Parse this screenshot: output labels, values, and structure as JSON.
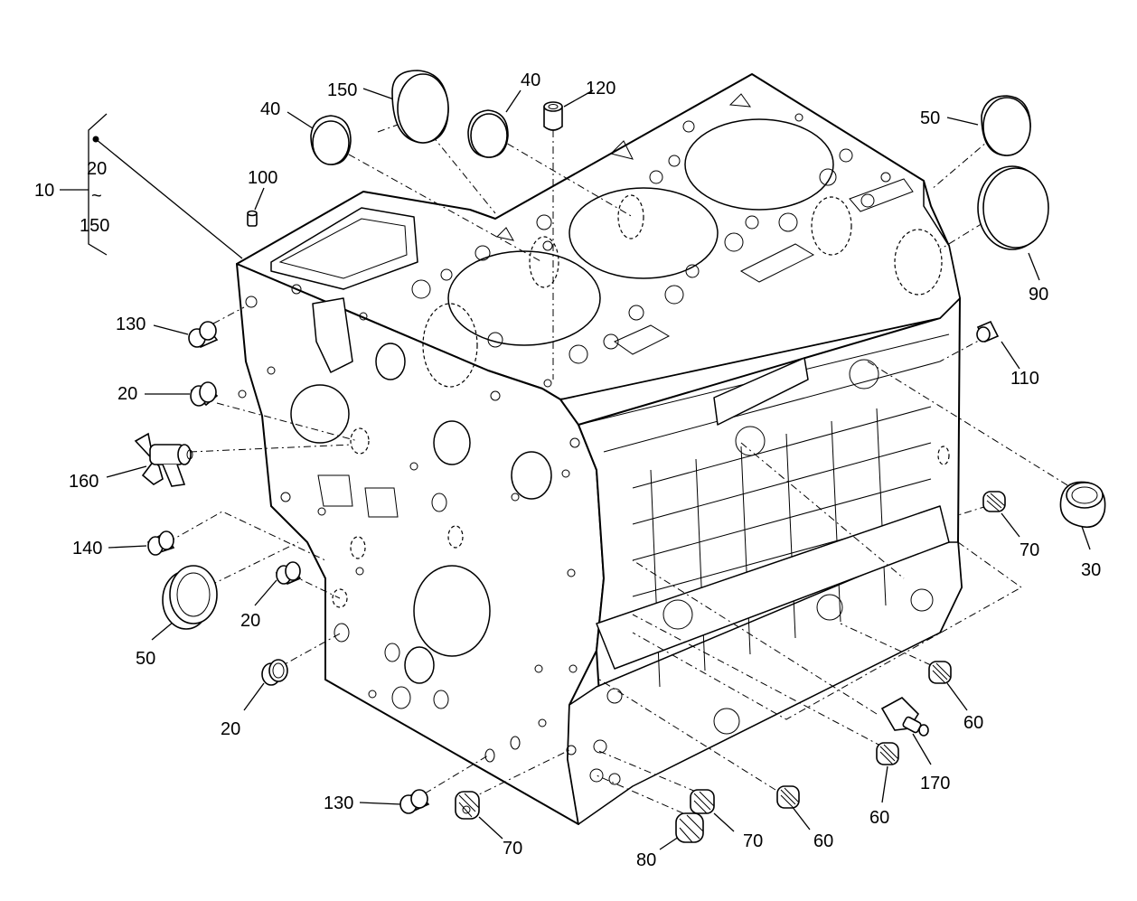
{
  "group": {
    "ref": "10",
    "from": "20",
    "tilde": "~",
    "to": "150"
  },
  "callouts": [
    {
      "id": "c150-top",
      "text": "150"
    },
    {
      "id": "c40-left",
      "text": "40"
    },
    {
      "id": "c40-mid",
      "text": "40"
    },
    {
      "id": "c120",
      "text": "120"
    },
    {
      "id": "c50-top",
      "text": "50"
    },
    {
      "id": "c90",
      "text": "90"
    },
    {
      "id": "c100",
      "text": "100"
    },
    {
      "id": "c130-top",
      "text": "130"
    },
    {
      "id": "c20-a",
      "text": "20"
    },
    {
      "id": "c160",
      "text": "160"
    },
    {
      "id": "c140",
      "text": "140"
    },
    {
      "id": "c50-left",
      "text": "50"
    },
    {
      "id": "c20-b",
      "text": "20"
    },
    {
      "id": "c20-c",
      "text": "20"
    },
    {
      "id": "c110",
      "text": "110"
    },
    {
      "id": "c30",
      "text": "30"
    },
    {
      "id": "c70-right",
      "text": "70"
    },
    {
      "id": "c60-right",
      "text": "60"
    },
    {
      "id": "c170",
      "text": "170"
    },
    {
      "id": "c60-mid",
      "text": "60"
    },
    {
      "id": "c60-bottom",
      "text": "60"
    },
    {
      "id": "c70-bottom-mid",
      "text": "70"
    },
    {
      "id": "c80",
      "text": "80"
    },
    {
      "id": "c70-bottom-left",
      "text": "70"
    },
    {
      "id": "c130-bottom",
      "text": "130"
    }
  ]
}
